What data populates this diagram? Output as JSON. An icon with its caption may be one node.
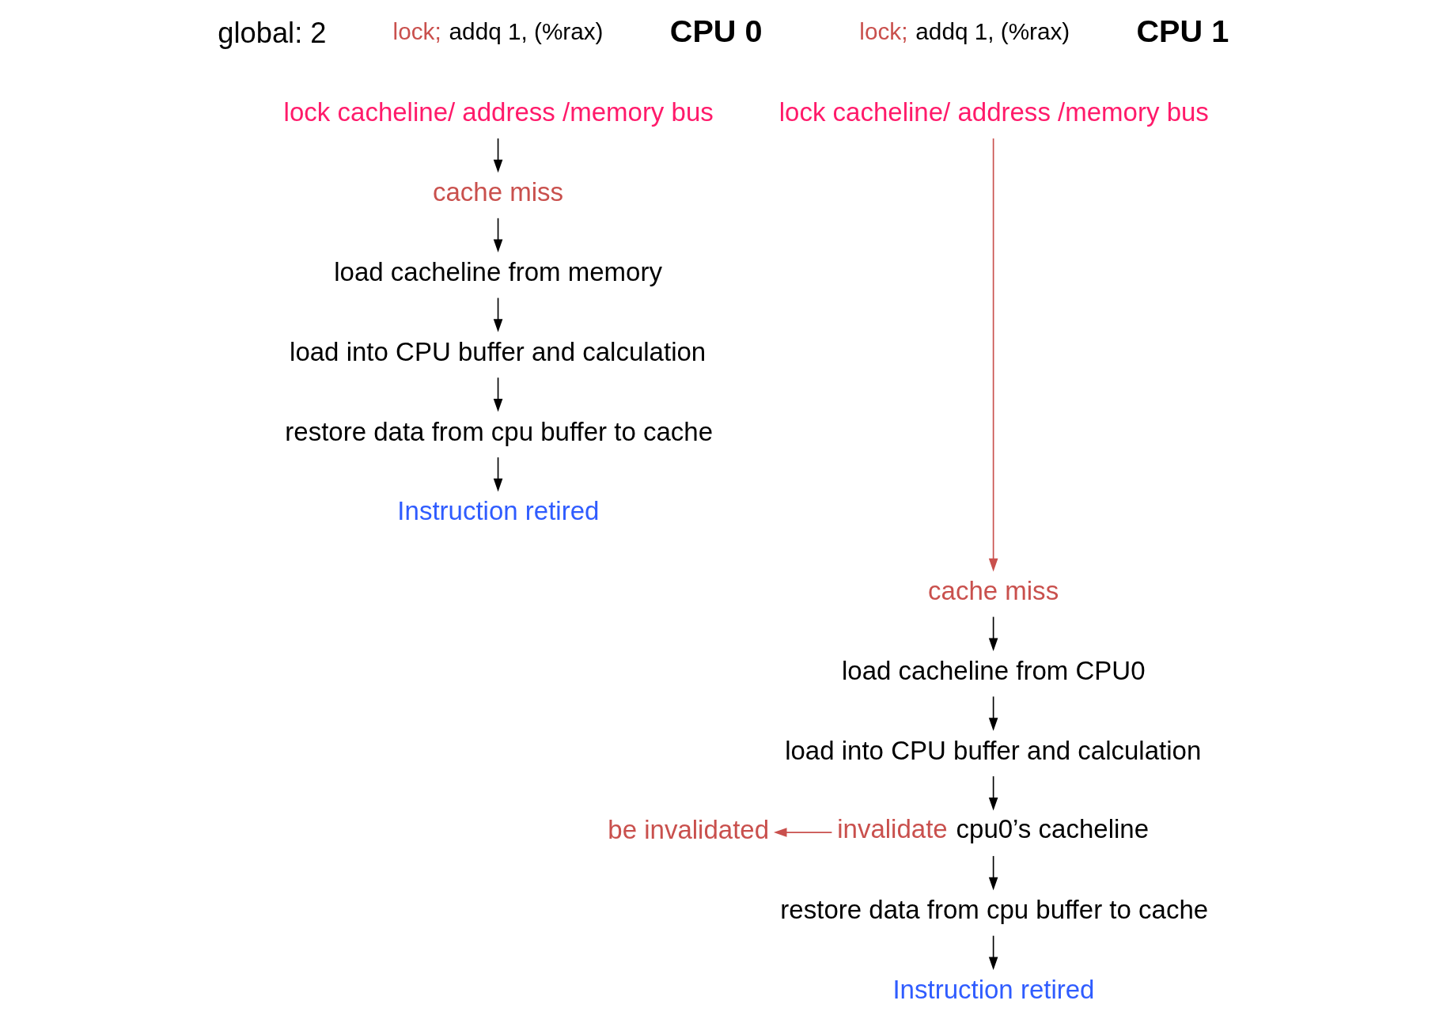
{
  "diagram": {
    "nodes": [
      {
        "text": [
          "lock cacheline/ address /memory bus"
        ]
      },
      {
        "text": [
          "cache miss"
        ]
      },
      {
        "text": [
          "load cacheline from memory"
        ]
      },
      {
        "text": [
          "load into CPU buffer and calculation"
        ]
      },
      {
        "text": [
          "restore data from cpu buffer to cache"
        ]
      },
      {
        "text": [
          "Instruction retired"
        ]
      },
      {
        "text": [
          "lock cacheline/ address /memory bus"
        ]
      },
      {
        "text": [
          "cache miss"
        ]
      },
      {
        "text": [
          "load cacheline from CPU0"
        ]
      },
      {
        "text": [
          "load into CPU buffer and calculation"
        ]
      },
      {
        "text": [
          "invalidate cpu0’s cacheline"
        ]
      },
      {
        "text": [
          "be invalidated"
        ]
      },
      {
        "text": [
          "restore data from cpu buffer to cache"
        ]
      },
      {
        "text": [
          "Instruction retired"
        ]
      }
    ],
    "edges": [
      {
        "from": 0,
        "to": 1,
        "arrow": "to"
      },
      {
        "from": 1,
        "to": 2,
        "arrow": "to"
      },
      {
        "from": 2,
        "to": 3,
        "arrow": "to"
      },
      {
        "from": 3,
        "to": 4,
        "arrow": "to"
      },
      {
        "from": 4,
        "to": 5,
        "arrow": "to"
      },
      {
        "from": 6,
        "to": 7,
        "arrow": "to",
        "color": "#c9504d"
      },
      {
        "from": 7,
        "to": 8,
        "arrow": "to"
      },
      {
        "from": 8,
        "to": 9,
        "arrow": "to"
      },
      {
        "from": 9,
        "to": 10,
        "arrow": "to"
      },
      {
        "from": 10,
        "to": 11,
        "arrow": "to",
        "color": "#c9504d"
      },
      {
        "from": 10,
        "to": 12,
        "arrow": "to"
      },
      {
        "from": 12,
        "to": 13,
        "arrow": "to"
      }
    ],
    "labels": [
      "global: 2",
      "lock; addq 1, (%rax)",
      "CPU 0",
      "lock; addq 1, (%rax)",
      "CPU 1"
    ]
  }
}
